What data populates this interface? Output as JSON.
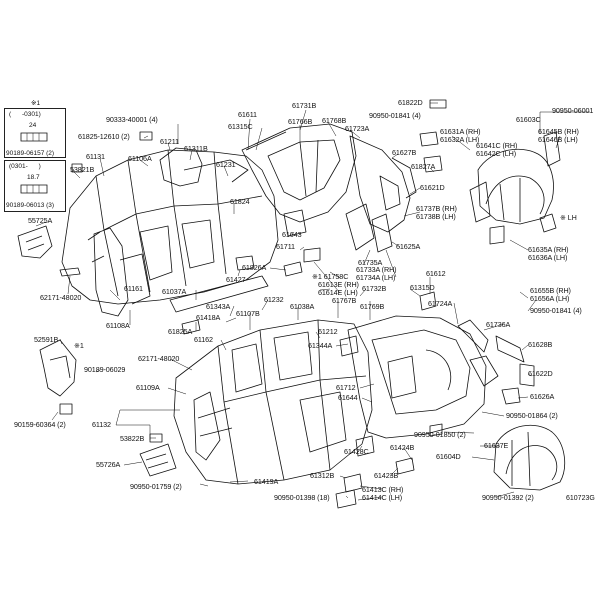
{
  "inset_top": {
    "note_mark": "※1",
    "range_line": "(      -0301)",
    "value": "24",
    "part": "90189-06157 (2)"
  },
  "inset_bottom": {
    "range_line": "(0301-      )",
    "value": "18.7",
    "part": "90189-06013 (3)"
  },
  "lh_note": "※ LH",
  "catalog_ref": "610723G",
  "parts": [
    {
      "id": "p01",
      "text": "90333-40001 (4)"
    },
    {
      "id": "p02",
      "text": "61611"
    },
    {
      "id": "p03",
      "text": "61731B"
    },
    {
      "id": "p04",
      "text": "61822D"
    },
    {
      "id": "p05",
      "text": "90950-06001"
    },
    {
      "id": "p06",
      "text": "61315C"
    },
    {
      "id": "p07",
      "text": "61766B"
    },
    {
      "id": "p08",
      "text": "61768B"
    },
    {
      "id": "p09",
      "text": "90950-01841 (4)"
    },
    {
      "id": "p10",
      "text": "61603C"
    },
    {
      "id": "p11",
      "text": "61825-12610 (2)"
    },
    {
      "id": "p12",
      "text": "61211"
    },
    {
      "id": "p13",
      "text": "61723A"
    },
    {
      "id": "p14",
      "text": "61631A (RH)"
    },
    {
      "id": "p15",
      "text": "61632A (LH)"
    },
    {
      "id": "p16",
      "text": "61645B (RH)"
    },
    {
      "id": "p17",
      "text": "61646B (LH)"
    },
    {
      "id": "p18",
      "text": "61311B"
    },
    {
      "id": "p19",
      "text": "61641C (RH)"
    },
    {
      "id": "p20",
      "text": "61642C (LH)"
    },
    {
      "id": "p21",
      "text": "61131"
    },
    {
      "id": "p22",
      "text": "61106A"
    },
    {
      "id": "p23",
      "text": "61231"
    },
    {
      "id": "p24",
      "text": "61627B"
    },
    {
      "id": "p25",
      "text": "61827A"
    },
    {
      "id": "p26",
      "text": "53821B"
    },
    {
      "id": "p27",
      "text": "61621D"
    },
    {
      "id": "p28",
      "text": "61824"
    },
    {
      "id": "p29",
      "text": "61737B (RH)"
    },
    {
      "id": "p30",
      "text": "61738B (LH)"
    },
    {
      "id": "p31",
      "text": "55725A"
    },
    {
      "id": "p32",
      "text": "61643"
    },
    {
      "id": "p33",
      "text": "61711"
    },
    {
      "id": "p34",
      "text": "61625A"
    },
    {
      "id": "p35",
      "text": "61635A (RH)"
    },
    {
      "id": "p36",
      "text": "61636A (LH)"
    },
    {
      "id": "p37",
      "text": "61826A"
    },
    {
      "id": "p38",
      "text": "61735A"
    },
    {
      "id": "p39",
      "text": "61427"
    },
    {
      "id": "p40",
      "text": "※1 61758C"
    },
    {
      "id": "p41",
      "text": "61733A (RH)"
    },
    {
      "id": "p42",
      "text": "61734A (LH)"
    },
    {
      "id": "p43",
      "text": "61612"
    },
    {
      "id": "p44",
      "text": "61613E (RH)"
    },
    {
      "id": "p45",
      "text": "61614E (LH)"
    },
    {
      "id": "p46",
      "text": "61732B"
    },
    {
      "id": "p47",
      "text": "61315D"
    },
    {
      "id": "p48",
      "text": "61655B (RH)"
    },
    {
      "id": "p49",
      "text": "61656A (LH)"
    },
    {
      "id": "p50",
      "text": "62171-48020"
    },
    {
      "id": "p51",
      "text": "61161"
    },
    {
      "id": "p52",
      "text": "61037A"
    },
    {
      "id": "p53",
      "text": "61232"
    },
    {
      "id": "p54",
      "text": "61767B"
    },
    {
      "id": "p55",
      "text": "61769B"
    },
    {
      "id": "p56",
      "text": "61724A"
    },
    {
      "id": "p57",
      "text": "90950-01841 (4)"
    },
    {
      "id": "p58",
      "text": "61343A"
    },
    {
      "id": "p59",
      "text": "61038A"
    },
    {
      "id": "p60",
      "text": "61418A"
    },
    {
      "id": "p61",
      "text": "61107B"
    },
    {
      "id": "p62",
      "text": "61108A"
    },
    {
      "id": "p63",
      "text": "61736A"
    },
    {
      "id": "p64",
      "text": "61825A"
    },
    {
      "id": "p65",
      "text": "52591B"
    },
    {
      "id": "p66",
      "text": "※1"
    },
    {
      "id": "p67",
      "text": "61162"
    },
    {
      "id": "p68",
      "text": "61212"
    },
    {
      "id": "p69",
      "text": "61628B"
    },
    {
      "id": "p70",
      "text": "62171-48020"
    },
    {
      "id": "p71",
      "text": "61344A"
    },
    {
      "id": "p72",
      "text": "90189-06029"
    },
    {
      "id": "p73",
      "text": "61622D"
    },
    {
      "id": "p74",
      "text": "61109A"
    },
    {
      "id": "p75",
      "text": "61712"
    },
    {
      "id": "p76",
      "text": "61644"
    },
    {
      "id": "p77",
      "text": "61626A"
    },
    {
      "id": "p78",
      "text": "90159-60364 (2)"
    },
    {
      "id": "p79",
      "text": "90950-01864 (2)"
    },
    {
      "id": "p80",
      "text": "61132"
    },
    {
      "id": "p81",
      "text": "90950-01850 (2)"
    },
    {
      "id": "p82",
      "text": "53822B"
    },
    {
      "id": "p83",
      "text": "61424B"
    },
    {
      "id": "p84",
      "text": "61428C"
    },
    {
      "id": "p85",
      "text": "61637E"
    },
    {
      "id": "p86",
      "text": "61604D"
    },
    {
      "id": "p87",
      "text": "55726A"
    },
    {
      "id": "p88",
      "text": "61312B"
    },
    {
      "id": "p89",
      "text": "61423B"
    },
    {
      "id": "p90",
      "text": "90950-01759 (2)"
    },
    {
      "id": "p91",
      "text": "61419A"
    },
    {
      "id": "p92",
      "text": "61413C (RH)"
    },
    {
      "id": "p93",
      "text": "61414C (LH)"
    },
    {
      "id": "p94",
      "text": "90950-01398 (18)"
    },
    {
      "id": "p95",
      "text": "90950-01392 (2)"
    }
  ]
}
